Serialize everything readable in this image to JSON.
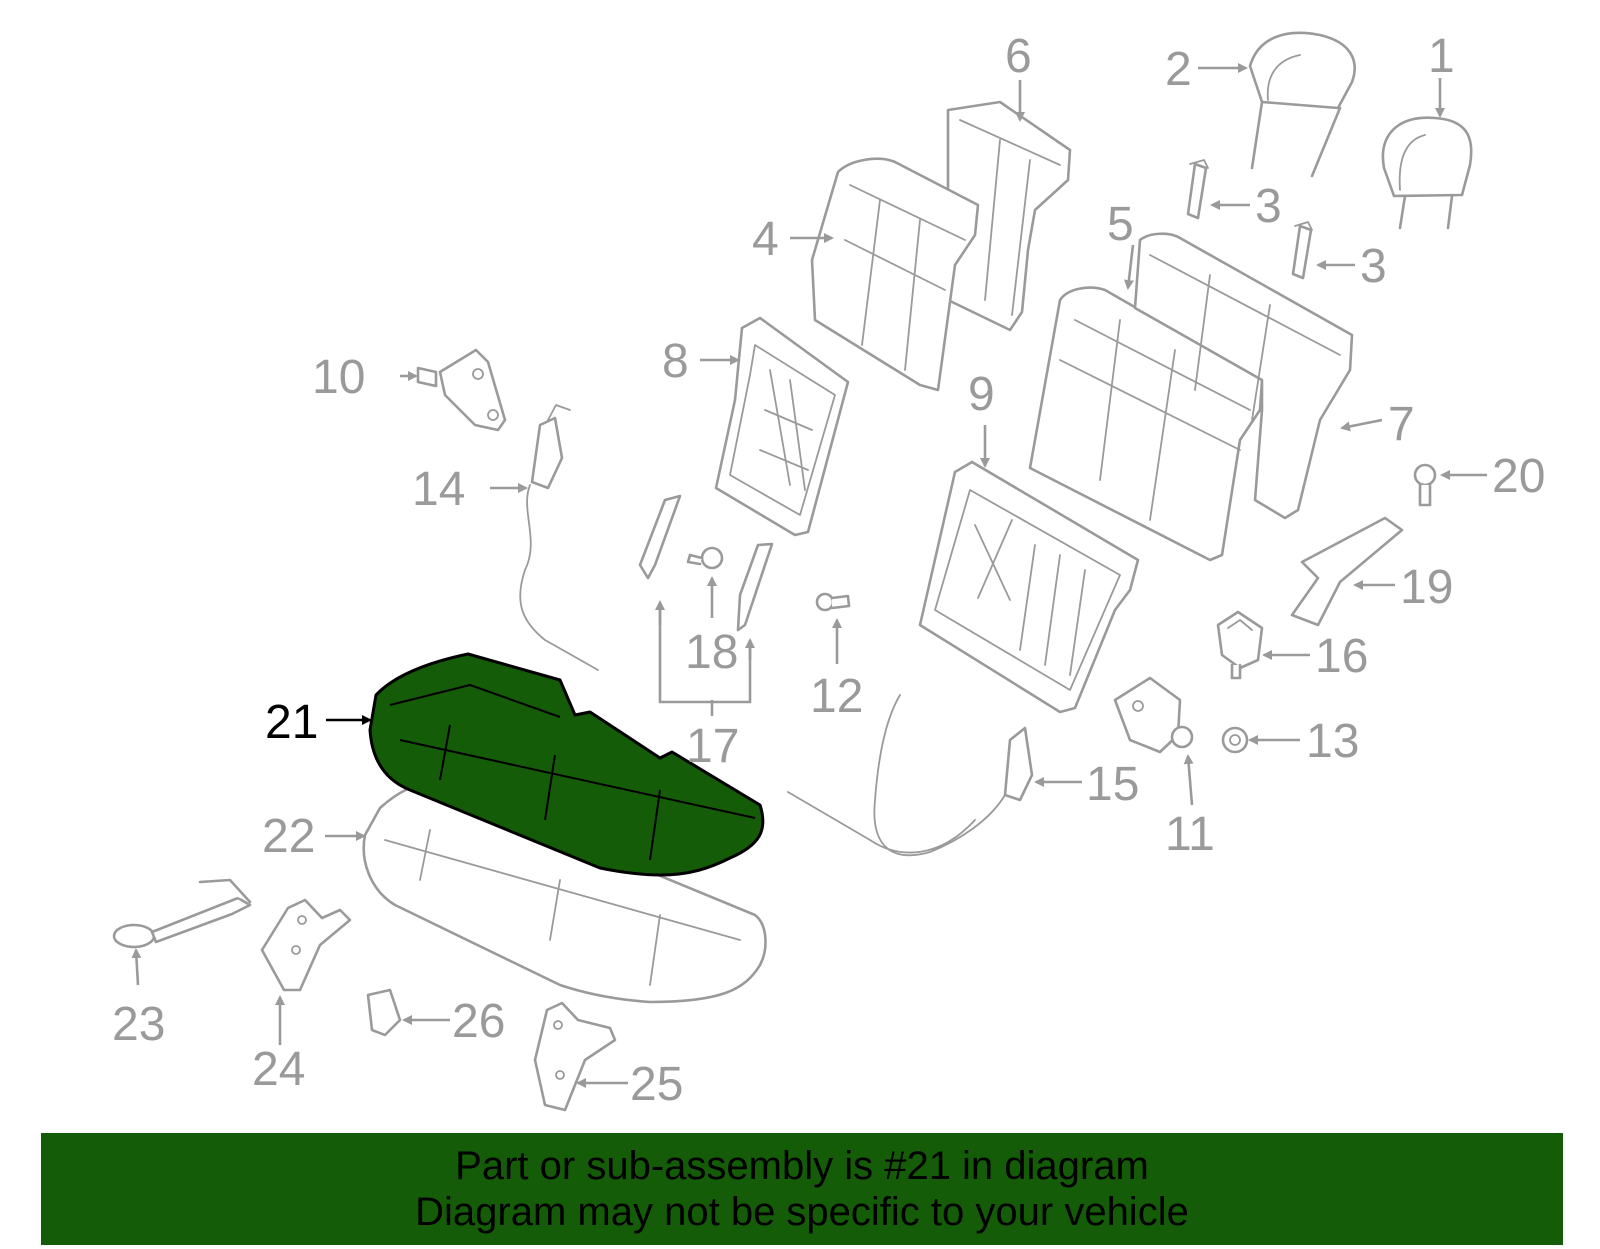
{
  "diagram": {
    "highlighted_part": "21",
    "callouts": [
      "1",
      "2",
      "3",
      "3",
      "4",
      "5",
      "6",
      "7",
      "8",
      "9",
      "10",
      "11",
      "12",
      "13",
      "14",
      "15",
      "16",
      "17",
      "18",
      "19",
      "20",
      "21",
      "22",
      "23",
      "24",
      "25",
      "26"
    ]
  },
  "notice": {
    "line1": "Part or sub-assembly is #21 in diagram",
    "line2": "Diagram may not be specific to your vehicle"
  },
  "colors": {
    "highlight": "#145c07",
    "part_outline": "#9a9a9a",
    "banner": "#145c07"
  }
}
